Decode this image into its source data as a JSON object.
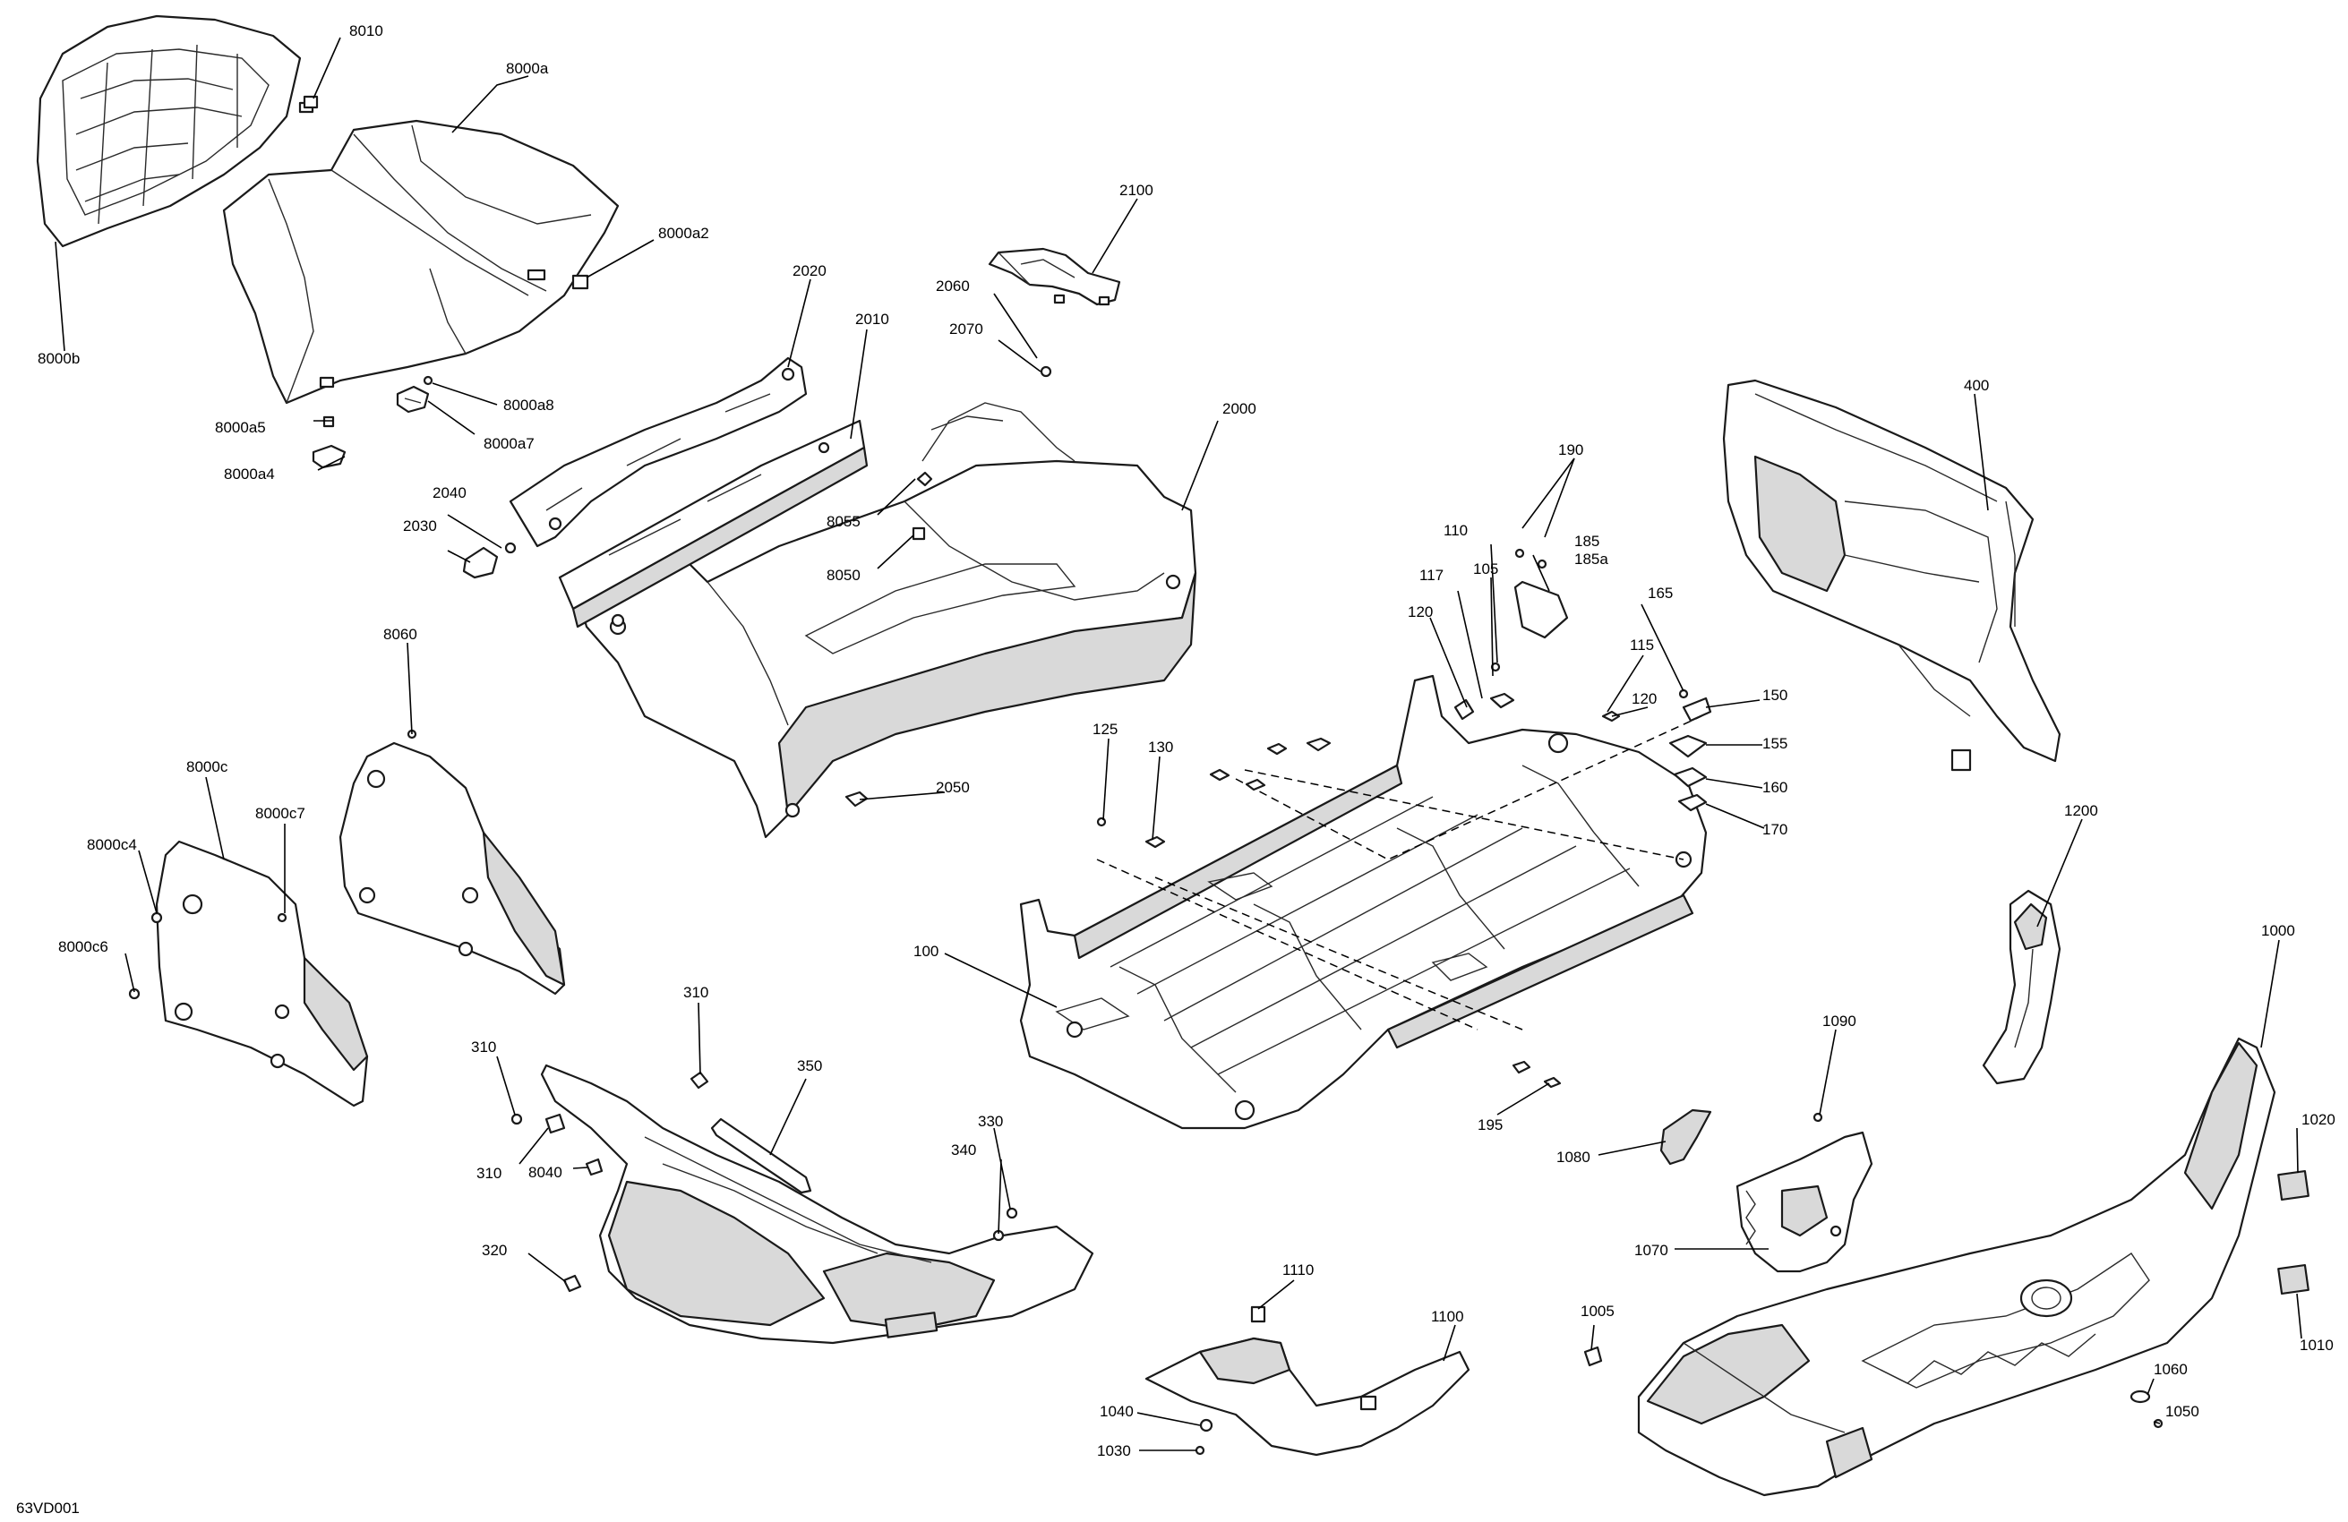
{
  "diagram_code": "63VD001",
  "callouts": {
    "c8010": "8010",
    "c8000a": "8000a",
    "c8000a2": "8000a2",
    "c8000b": "8000b",
    "c8000a8": "8000a8",
    "c8000a5": "8000a5",
    "c8000a7": "8000a7",
    "c8000a4": "8000a4",
    "c2100": "2100",
    "c2060": "2060",
    "c2070": "2070",
    "c2020": "2020",
    "c2010": "2010",
    "c2000": "2000",
    "c2040": "2040",
    "c2030": "2030",
    "c8055": "8055",
    "c8050": "8050",
    "c2050": "2050",
    "c8060": "8060",
    "c8000c": "8000c",
    "c8000c7": "8000c7",
    "c8000c4": "8000c4",
    "c8000c6": "8000c6",
    "c400": "400",
    "c190": "190",
    "c110": "110",
    "c185": "185",
    "c185a": "185a",
    "c117": "117",
    "c105": "105",
    "c120a": "120",
    "c165": "165",
    "c115": "115",
    "c120b": "120",
    "c150": "150",
    "c155": "155",
    "c160": "160",
    "c170": "170",
    "c125": "125",
    "c130": "130",
    "c100": "100",
    "c195": "195",
    "c1200": "1200",
    "c1000": "1000",
    "c1090": "1090",
    "c1020": "1020",
    "c1080": "1080",
    "c1070": "1070",
    "c1010": "1010",
    "c1005": "1005",
    "c1060": "1060",
    "c1050": "1050",
    "c1110": "1110",
    "c1100": "1100",
    "c1040": "1040",
    "c1030": "1030",
    "c310a": "310",
    "c310b": "310",
    "c310c": "310",
    "c350": "350",
    "c330": "330",
    "c340": "340",
    "c8040": "8040",
    "c320": "320"
  }
}
